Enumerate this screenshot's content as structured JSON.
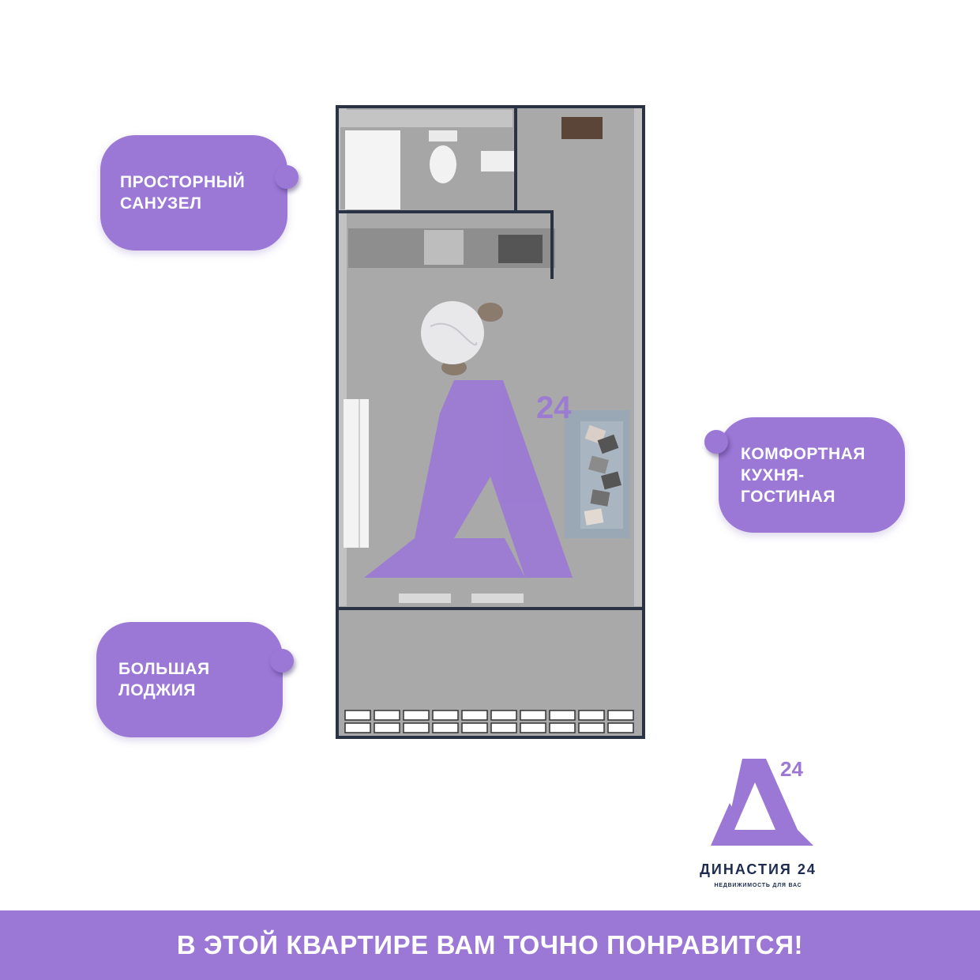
{
  "callouts": {
    "bathroom": "ПРОСТОРНЫЙ\nСАНУЗЕЛ",
    "kitchen": "КОМФОРТНАЯ\nКУХНЯ-\nГОСТИНАЯ",
    "loggia": "БОЛЬШАЯ\nЛОДЖИЯ"
  },
  "watermark": {
    "number": "24"
  },
  "logo": {
    "number": "24",
    "name": "ДИНАСТИЯ 24",
    "tagline": "НЕДВИЖИМОСТЬ ДЛЯ ВАС"
  },
  "banner": {
    "text": "В ЭТОЙ КВАРТИРЕ ВАМ ТОЧНО ПОНРАВИТСЯ!"
  },
  "colors": {
    "accent": "#9b78d6",
    "brand_dark": "#1c2b4e",
    "wall": "#2a3344",
    "floor": "#a9a9a9"
  }
}
